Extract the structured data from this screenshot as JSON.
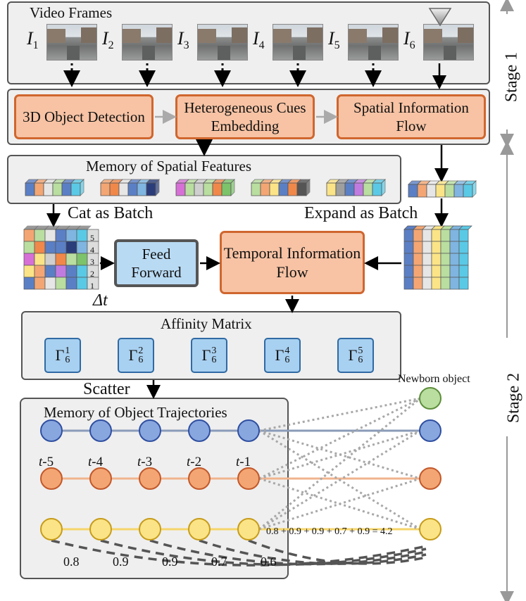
{
  "video_frames": {
    "title": "Video Frames",
    "frames": [
      {
        "label": "I",
        "sub": "1"
      },
      {
        "label": "I",
        "sub": "2"
      },
      {
        "label": "I",
        "sub": "3"
      },
      {
        "label": "I",
        "sub": "4"
      },
      {
        "label": "I",
        "sub": "5"
      },
      {
        "label": "I",
        "sub": "6"
      }
    ]
  },
  "stage1": {
    "label": "Stage 1",
    "boxes": [
      "3D Object Detection",
      "Heterogeneous Cues Embedding",
      "Spatial Information Flow"
    ]
  },
  "spatial_memory": {
    "title": "Memory of  Spatial Features"
  },
  "cat_batch": "Cat as Batch",
  "expand_batch": "Expand as Batch",
  "feed_forward": "Feed Forward",
  "temporal_flow": "Temporal Information Flow",
  "delta_t": "Δt",
  "stack_numbers": [
    "5",
    "4",
    "3",
    "2",
    "1"
  ],
  "affinity": {
    "title": "Affinity Matrix",
    "cells": [
      {
        "base": "Γ",
        "sup": "1",
        "sub": "6"
      },
      {
        "base": "Γ",
        "sup": "2",
        "sub": "6"
      },
      {
        "base": "Γ",
        "sup": "3",
        "sub": "6"
      },
      {
        "base": "Γ",
        "sup": "4",
        "sub": "6"
      },
      {
        "base": "Γ",
        "sup": "5",
        "sub": "6"
      }
    ]
  },
  "scatter": "Scatter",
  "trajectories": {
    "title": "Memory of  Object Trajectories",
    "time_labels": [
      "t-5",
      "t-4",
      "t-3",
      "t-2",
      "t-1"
    ],
    "scores": [
      "0.8",
      "0.9",
      "0.9",
      "0.7",
      "0.6"
    ],
    "sum_text": "0.8 + 0.9 + 0.9 + 0.7 + 0.9 = 4.2"
  },
  "newborn": "Newborn object",
  "stage2": {
    "label": "Stage 2"
  },
  "colors": {
    "blue": "#89a7df",
    "orange": "#f3a673",
    "yellow": "#fbe487",
    "green": "#b9dea0",
    "box_orange": "#f7c3a4",
    "box_blue": "#b9daf3"
  }
}
